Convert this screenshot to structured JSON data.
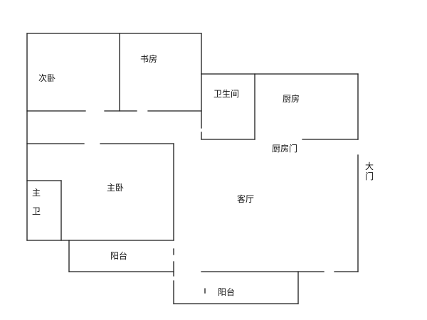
{
  "rooms": {
    "second_bedroom": "次卧",
    "study": "书房",
    "bathroom": "卫生间",
    "kitchen": "厨房",
    "kitchen_door": "厨房门",
    "front_door_1": "大",
    "front_door_2": "门",
    "master_bath_1": "主",
    "master_bath_2": "卫",
    "master_bedroom": "主卧",
    "living_room": "客厅",
    "balcony_left": "阳台",
    "balcony_bottom": "阳台"
  }
}
